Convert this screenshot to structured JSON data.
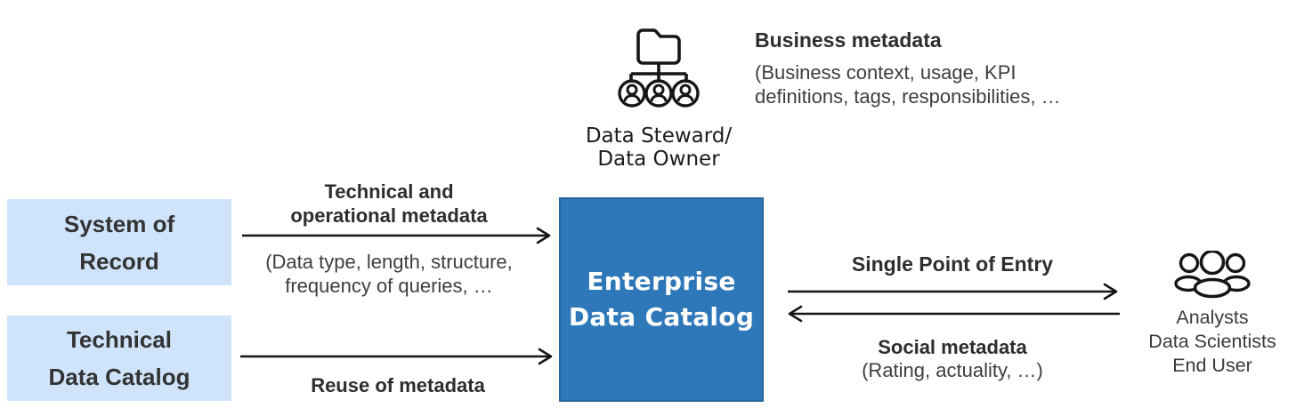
{
  "diagram": {
    "steward": {
      "icon": "folder-team-icon",
      "label": "Data Steward/\nData Owner"
    },
    "business_metadata": {
      "title": "Business metadata",
      "description": "(Business context, usage, KPI\ndefinitions, tags, responsibilities, …"
    },
    "sources": [
      {
        "label": "System of\nRecord"
      },
      {
        "label": "Technical\nData Catalog"
      }
    ],
    "catalog": {
      "label": "Enterprise\nData Catalog"
    },
    "flows": {
      "technical": {
        "title": "Technical and\noperational metadata",
        "description": "(Data type, length, structure,\nfrequency of queries, …",
        "direction": "right"
      },
      "reuse": {
        "title": "Reuse of metadata",
        "direction": "right"
      },
      "entry": {
        "title": "Single Point of Entry",
        "direction": "right"
      },
      "social": {
        "title": "Social metadata",
        "description": "(Rating, actuality, …)",
        "direction": "left"
      }
    },
    "users": {
      "icon": "people-group-icon",
      "label": "Analysts\nData Scientists\nEnd User"
    },
    "colors": {
      "source_box_bg": "#cfe4fb",
      "catalog_box_bg": "#2e77b8",
      "catalog_box_border": "#26659f",
      "catalog_text": "#ffffff",
      "text_primary": "#2d2d2d",
      "arrow": "#151515"
    }
  }
}
